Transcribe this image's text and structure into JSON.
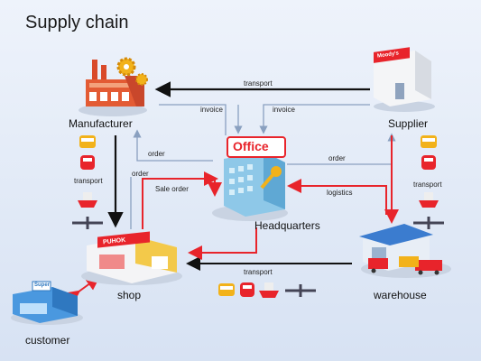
{
  "title": "Supply chain",
  "nodes": {
    "manufacturer": "Manufacturer",
    "supplier": "Supplier",
    "headquarters": "Headquarters",
    "office_sign": "Office",
    "shop": "shop",
    "shop_sign": "PUHOK",
    "warehouse": "warehouse",
    "customer": "customer",
    "customer_sign": "Super",
    "supplier_sign": "Moody's"
  },
  "edges": {
    "supplier_to_manufacturer": "transport",
    "invoice_left": "invoice",
    "invoice_right": "invoice",
    "order_left": "order",
    "order_shop": "order",
    "sale_order": "Sale order",
    "order_right": "order",
    "logistics": "logistics",
    "transport_left": "transport",
    "transport_right": "transport",
    "transport_bottom": "transport"
  },
  "colors": {
    "black_arrow": "#111111",
    "red_arrow": "#e8242b",
    "blue_arrow": "#8aa0c0"
  },
  "icons": [
    "bus-icon",
    "train-icon",
    "ship-icon",
    "airplane-icon",
    "factory-icon",
    "gear-icon",
    "office-building-icon",
    "key-icon",
    "shop-icon",
    "warehouse-icon",
    "truck-icon",
    "store-icon"
  ]
}
